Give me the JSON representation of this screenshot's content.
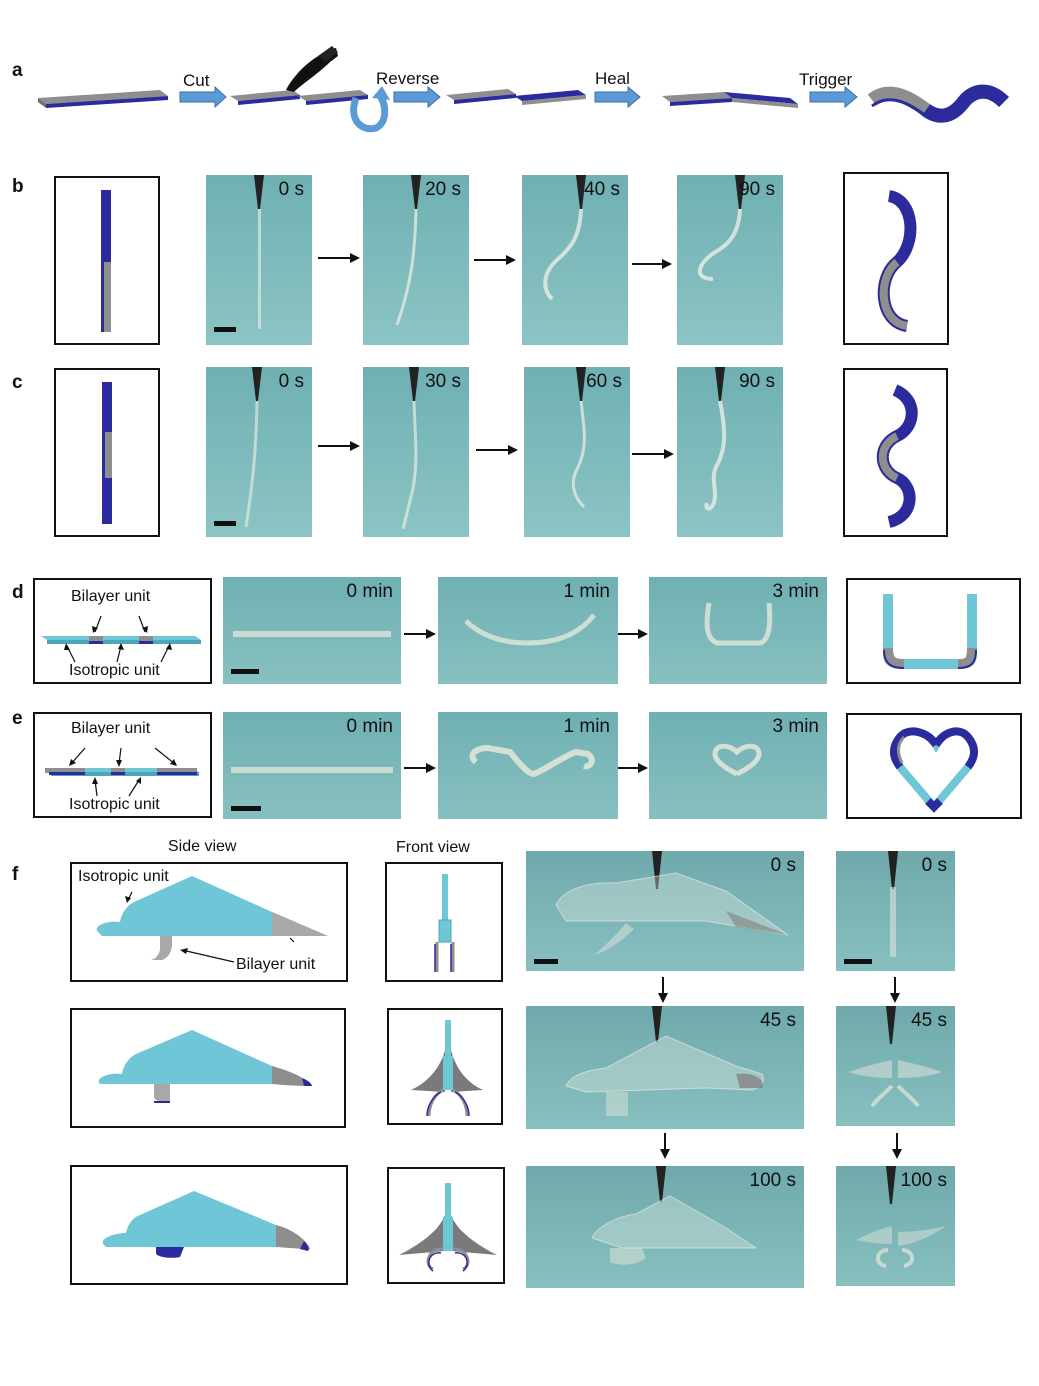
{
  "panels": {
    "a": {
      "letter": "a",
      "steps": [
        "Cut",
        "Reverse",
        "Heal",
        "Trigger"
      ]
    },
    "b": {
      "letter": "b",
      "times": [
        "0 s",
        "20 s",
        "40 s",
        "90 s"
      ]
    },
    "c": {
      "letter": "c",
      "times": [
        "0 s",
        "30 s",
        "60 s",
        "90 s"
      ]
    },
    "d": {
      "letter": "d",
      "label_top": "Bilayer unit",
      "label_bottom": "Isotropic unit",
      "times": [
        "0 min",
        "1 min",
        "3 min"
      ]
    },
    "e": {
      "letter": "e",
      "label_top": "Bilayer unit",
      "label_bottom": "Isotropic unit",
      "times": [
        "0 min",
        "1 min",
        "3 min"
      ]
    },
    "f": {
      "letter": "f",
      "side_view": "Side view",
      "front_view": "Front view",
      "isotropic_label": "Isotropic unit",
      "bilayer_label": "Bilayer unit",
      "times": [
        "0 s",
        "45 s",
        "100 s"
      ]
    }
  },
  "colors": {
    "gray": "#8e8e8e",
    "blue": "#2b2b9e",
    "cyan": "#6ec6d6",
    "arrow_fill": "#5b9bd5",
    "photo_bg": "#7fb8b8"
  }
}
